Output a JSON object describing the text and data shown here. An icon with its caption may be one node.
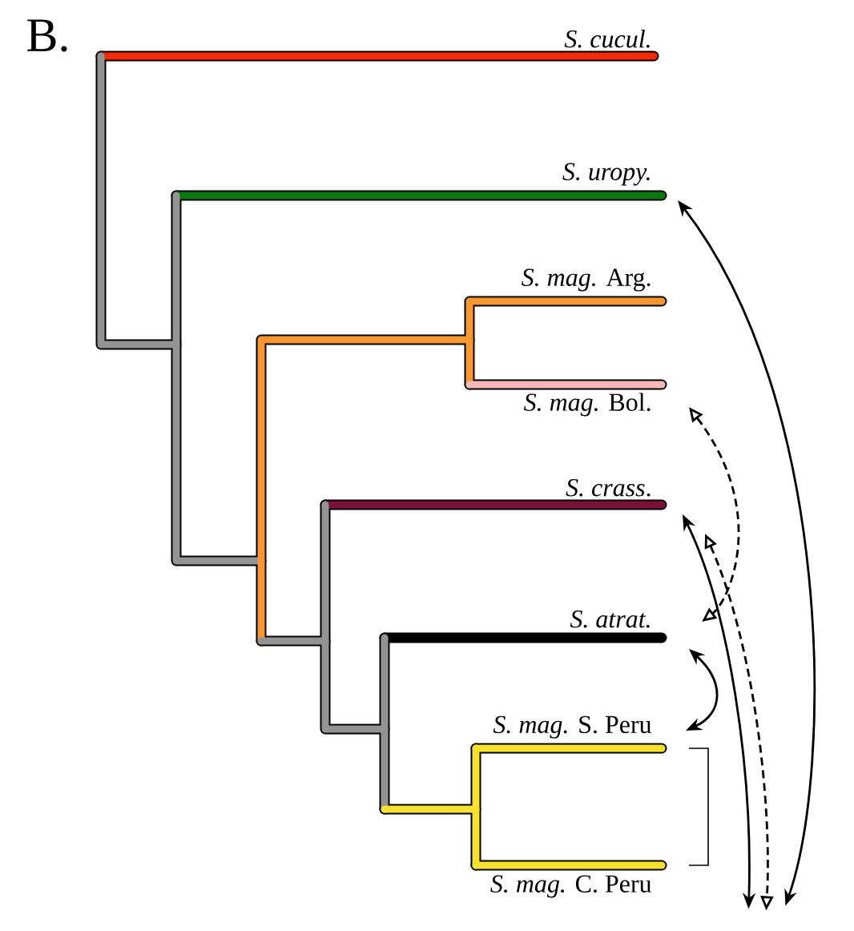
{
  "diagram": {
    "nodes": [
      {
        "text": [
          "S. cucul."
        ]
      },
      {
        "text": [
          "S. uropy."
        ]
      },
      {
        "text": [
          "*S. mag.* Arg."
        ]
      },
      {
        "text": [
          "*S. mag.* Bol."
        ]
      },
      {
        "text": [
          "*S. crass*."
        ]
      },
      {
        "text": [
          "S. atrat."
        ]
      },
      {
        "text": [
          "*S. mag.* S. Peru"
        ]
      },
      {
        "text": [
          "*S. mag.* C. Peru"
        ]
      },
      {
        "text": [],
        "shape": "bracket"
      }
    ],
    "edges": [
      {
        "from": 1,
        "to": 8,
        "arrow": "both"
      },
      {
        "from": 4,
        "to": 8,
        "arrow": "both"
      },
      {
        "from": 4,
        "to": 8,
        "arrow": "both",
        "style": "dashed"
      },
      {
        "from": 3,
        "to": 5,
        "arrow": "both",
        "style": "dashed"
      },
      {
        "from": 5,
        "to": 6,
        "arrow": "both"
      }
    ],
    "labels": [
      "B."
    ]
  }
}
